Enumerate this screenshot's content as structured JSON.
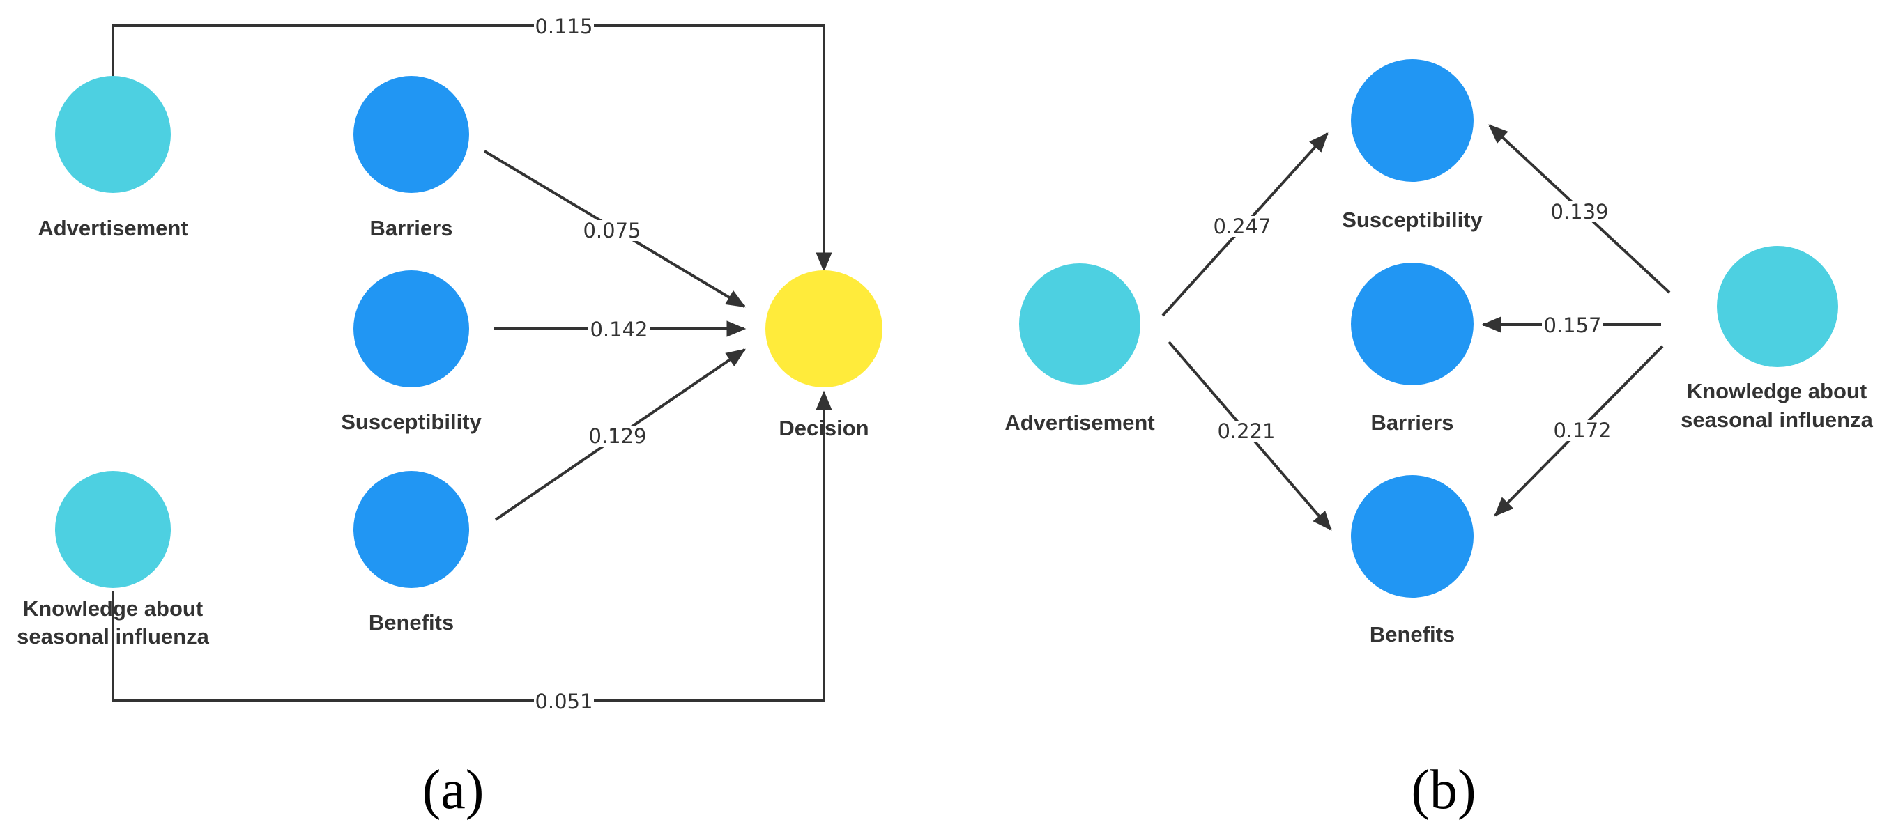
{
  "colors": {
    "outcome_node": "#ffeb3b",
    "exogenous_node": "#4dd0e1",
    "mediator_node": "#2196f3",
    "edge": "#333333",
    "text": "#333333"
  },
  "panels": {
    "a": {
      "caption": "(a)",
      "nodes": {
        "advertisement": "Advertisement",
        "barriers": "Barriers",
        "susceptibility": "Susceptibility",
        "benefits": "Benefits",
        "decision": "Decision",
        "knowledge_line1": "Knowledge about",
        "knowledge_line2": "seasonal influenza"
      },
      "paths": {
        "advertisement_to_decision": "0.115",
        "barriers_to_decision": "0.075",
        "susceptibility_to_decision": "0.142",
        "benefits_to_decision": "0.129",
        "knowledge_to_decision": "0.051"
      }
    },
    "b": {
      "caption": "(b)",
      "nodes": {
        "advertisement": "Advertisement",
        "susceptibility": "Susceptibility",
        "barriers": "Barriers",
        "benefits": "Benefits",
        "knowledge_line1": "Knowledge about",
        "knowledge_line2": "seasonal influenza"
      },
      "paths": {
        "advertisement_to_susceptibility": "0.247",
        "advertisement_to_benefits": "0.221",
        "knowledge_to_susceptibility": "0.139",
        "knowledge_to_barriers": "0.157",
        "knowledge_to_benefits": "0.172"
      }
    }
  }
}
